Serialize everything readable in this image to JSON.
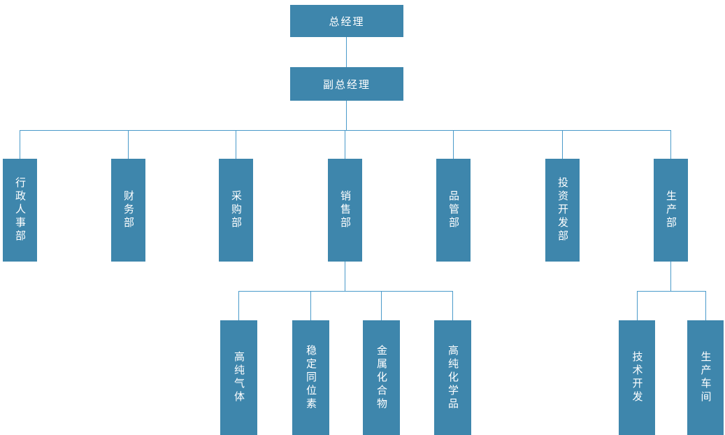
{
  "org": {
    "root": {
      "label": "总经理"
    },
    "deputy": {
      "label": "副总经理"
    },
    "departments": [
      {
        "label": "行政人事部"
      },
      {
        "label": "财务部"
      },
      {
        "label": "采购部"
      },
      {
        "label": "销售部"
      },
      {
        "label": "品管部"
      },
      {
        "label": "投资开发部"
      },
      {
        "label": "生产部"
      }
    ],
    "sales_sub": [
      {
        "label": "高纯气体"
      },
      {
        "label": "稳定同位素"
      },
      {
        "label": "金属化合物"
      },
      {
        "label": "高纯化学品"
      }
    ],
    "production_sub": [
      {
        "label": "技术开发"
      },
      {
        "label": "生产车间"
      }
    ],
    "colors": {
      "box_fill": "#3e86ac",
      "connector_line": "#4a9aca",
      "text": "#ffffff",
      "background": "#ffffff"
    }
  }
}
